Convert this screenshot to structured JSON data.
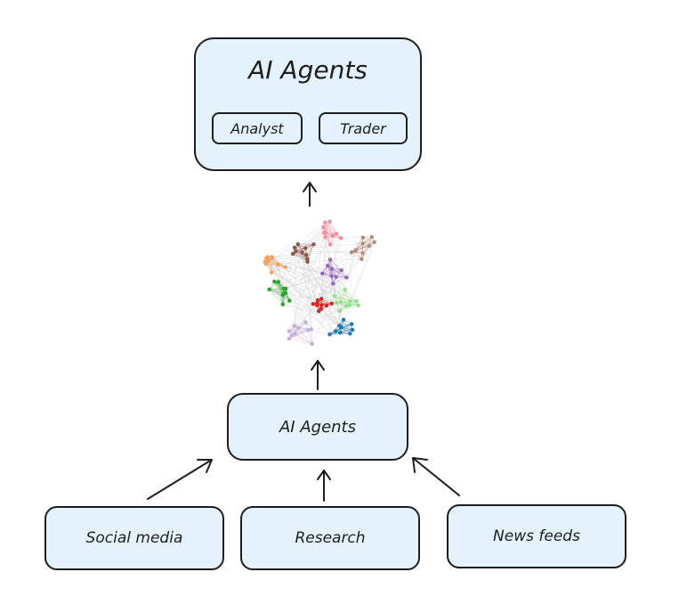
{
  "top_box": {
    "title": "AI Agents",
    "items": [
      "Analyst",
      "Trader"
    ]
  },
  "middle_box": {
    "label": "AI Agents"
  },
  "sources": [
    "Social media",
    "Research",
    "News feeds"
  ],
  "colors": {
    "box_fill": "#e3f2fc",
    "stroke": "#1e1e1e",
    "clusters": [
      "#f4a259",
      "#8c564b",
      "#f28da0",
      "#b38b7a",
      "#9467bd",
      "#2ca02c",
      "#d62728",
      "#98df8a",
      "#c5b0d5",
      "#1f77b4"
    ]
  },
  "icons": {
    "network": "network-graph-icon",
    "arrow": "arrow-up-icon"
  }
}
